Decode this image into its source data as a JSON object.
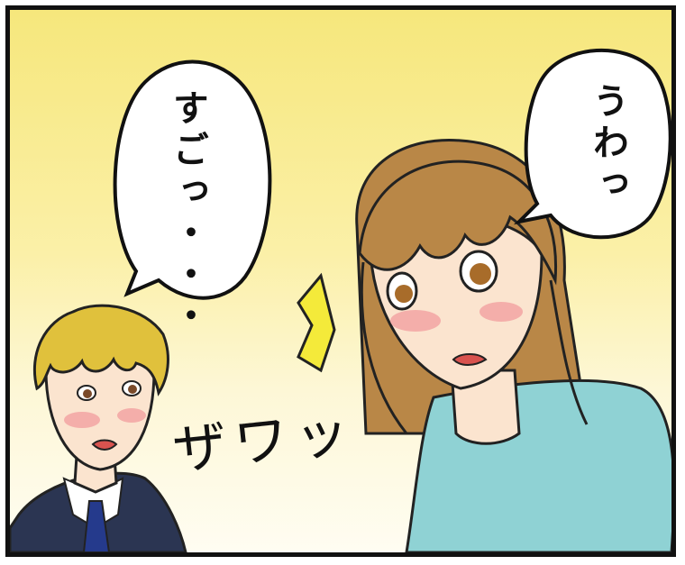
{
  "speech": {
    "left_bubble": "すごっ・・・",
    "right_bubble": "うわっ"
  },
  "sfx": {
    "zawa": "ザワッ"
  },
  "colors": {
    "background_top": "#f6e77c",
    "background_bottom": "#fffdf2",
    "woman_hair": "#b98747",
    "woman_shirt": "#8fd2d4",
    "man_hair": "#e0c13c",
    "man_suit": "#2b3552",
    "man_tie": "#253a8c",
    "skin": "#fbe4cf",
    "blush": "#f2a0a0",
    "emphasis_mark": "#f4ea3a"
  }
}
